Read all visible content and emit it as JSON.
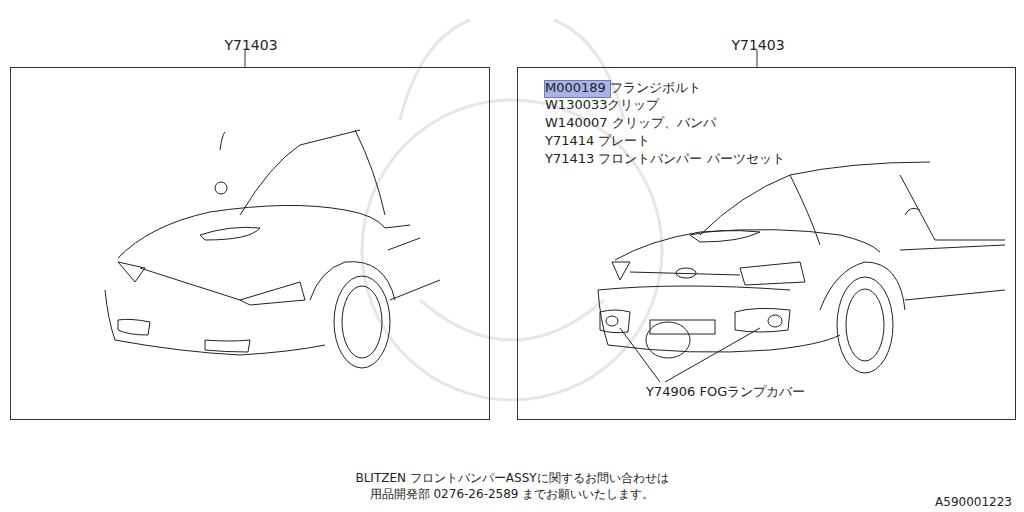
{
  "diagram": {
    "nodes": [
      {
        "text": [
          "Y71403"
        ]
      },
      {
        "text": [
          "Y71403",
          "M000189 フランジボルト",
          "W130033クリップ",
          "W140007 クリップ、バンパ",
          "Y71414 プレート",
          "Y71413 フロントバンパー パーツセット",
          "Y74906 FOGランプカバー"
        ]
      }
    ],
    "labels": [
      "BLITZEN フロントバンパーASSYに関するお問い合わせは",
      "用品開発部 0276-26-2589 までお願いいたします。",
      "A590001223"
    ]
  }
}
